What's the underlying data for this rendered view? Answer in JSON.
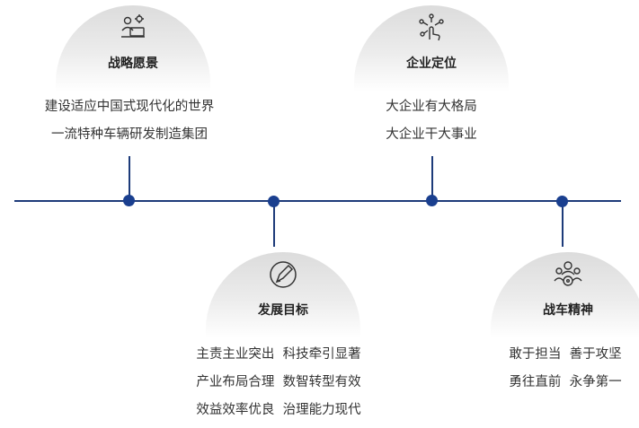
{
  "colors": {
    "accent": "#1a3f8f",
    "dome": "#e4e4e4",
    "text": "#333333"
  },
  "nodes": [
    {
      "title": "战略愿景",
      "icon": "team-collaboration-icon",
      "lines": [
        "建设适应中国式现代化的世界",
        "一流特种车辆研发制造集团"
      ]
    },
    {
      "title": "发展目标",
      "icon": "pen-compass-icon",
      "lines": [
        "主责主业突出  科技牵引显著",
        "产业布局合理  数智转型有效",
        "效益效率优良  治理能力现代"
      ]
    },
    {
      "title": "企业定位",
      "icon": "network-pointer-icon",
      "lines": [
        "大企业有大格局",
        "大企业干大事业"
      ]
    },
    {
      "title": "战车精神",
      "icon": "group-people-icon",
      "lines": [
        "敢于担当  善于攻坚",
        "勇往直前  永争第一"
      ]
    }
  ]
}
